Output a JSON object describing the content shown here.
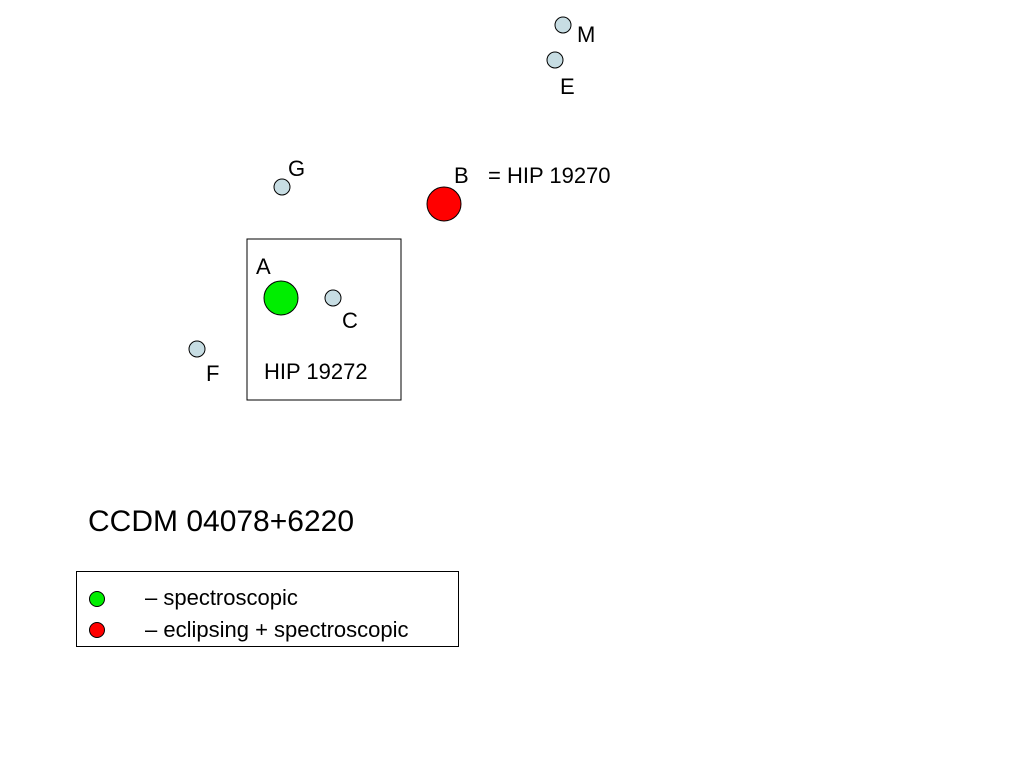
{
  "colors": {
    "spectroscopic": "#00ee00",
    "eclipsing": "#ff0000",
    "ordinary_star": "#c7dde3",
    "outline": "#000000"
  },
  "stars": [
    {
      "id": "M",
      "label": "M",
      "type": "ordinary"
    },
    {
      "id": "E",
      "label": "E",
      "type": "ordinary"
    },
    {
      "id": "G",
      "label": "G",
      "type": "ordinary"
    },
    {
      "id": "B",
      "label": "B",
      "type": "eclipsing"
    },
    {
      "id": "A",
      "label": "A",
      "type": "spectroscopic"
    },
    {
      "id": "C",
      "label": "C",
      "type": "ordinary"
    },
    {
      "id": "F",
      "label": "F",
      "type": "ordinary"
    }
  ],
  "annotations": {
    "b_hip": "= HIP 19270",
    "box_hip": "HIP 19272"
  },
  "title": "CCDM 04078+6220",
  "legend": {
    "items": [
      {
        "type": "spectroscopic",
        "label": "– spectroscopic"
      },
      {
        "type": "eclipsing",
        "label": "– eclipsing + spectroscopic"
      }
    ]
  }
}
